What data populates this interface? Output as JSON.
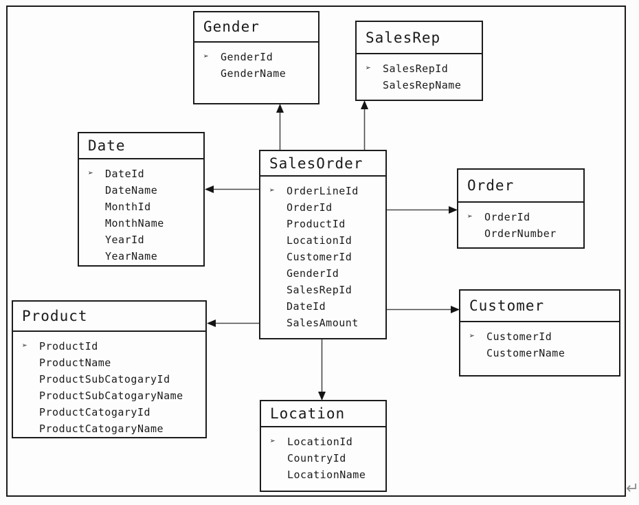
{
  "key_icon": "➢",
  "return_mark": "↵",
  "colors": {
    "box_border": "#1b1b1b",
    "text": "#1a1a1a",
    "arrow_line": "#4a4a4a",
    "arrow_head": "#141414",
    "return_mark": "#8f8f8f",
    "background": "#fdfdfd"
  },
  "entities": [
    {
      "name": "Gender",
      "primary_key": "GenderId",
      "fields": [
        "GenderId",
        "GenderName"
      ]
    },
    {
      "name": "SalesRep",
      "primary_key": "SalesRepId",
      "fields": [
        "SalesRepId",
        "SalesRepName"
      ]
    },
    {
      "name": "Date",
      "primary_key": "DateId",
      "fields": [
        "DateId",
        "DateName",
        "MonthId",
        "MonthName",
        "YearId",
        "YearName"
      ]
    },
    {
      "name": "SalesOrder",
      "primary_key": "OrderLineId",
      "fields": [
        "OrderLineId",
        "OrderId",
        "ProductId",
        "LocationId",
        "CustomerId",
        "GenderId",
        "SalesRepId",
        "DateId",
        "SalesAmount"
      ]
    },
    {
      "name": "Order",
      "primary_key": "OrderId",
      "fields": [
        "OrderId",
        "OrderNumber"
      ]
    },
    {
      "name": "Customer",
      "primary_key": "CustomerId",
      "fields": [
        "CustomerId",
        "CustomerName"
      ]
    },
    {
      "name": "Product",
      "primary_key": "ProductId",
      "fields": [
        "ProductId",
        "ProductName",
        "ProductSubCatogaryId",
        "ProductSubCatogaryName",
        "ProductCatogaryId",
        "ProductCatogaryName"
      ]
    },
    {
      "name": "Location",
      "primary_key": "LocationId",
      "fields": [
        "LocationId",
        "CountryId",
        "LocationName"
      ]
    }
  ],
  "relationships": [
    {
      "from": "SalesOrder",
      "to": "Gender"
    },
    {
      "from": "SalesOrder",
      "to": "SalesRep"
    },
    {
      "from": "SalesOrder",
      "to": "Date"
    },
    {
      "from": "SalesOrder",
      "to": "Order"
    },
    {
      "from": "SalesOrder",
      "to": "Customer"
    },
    {
      "from": "SalesOrder",
      "to": "Product"
    },
    {
      "from": "SalesOrder",
      "to": "Location"
    }
  ]
}
